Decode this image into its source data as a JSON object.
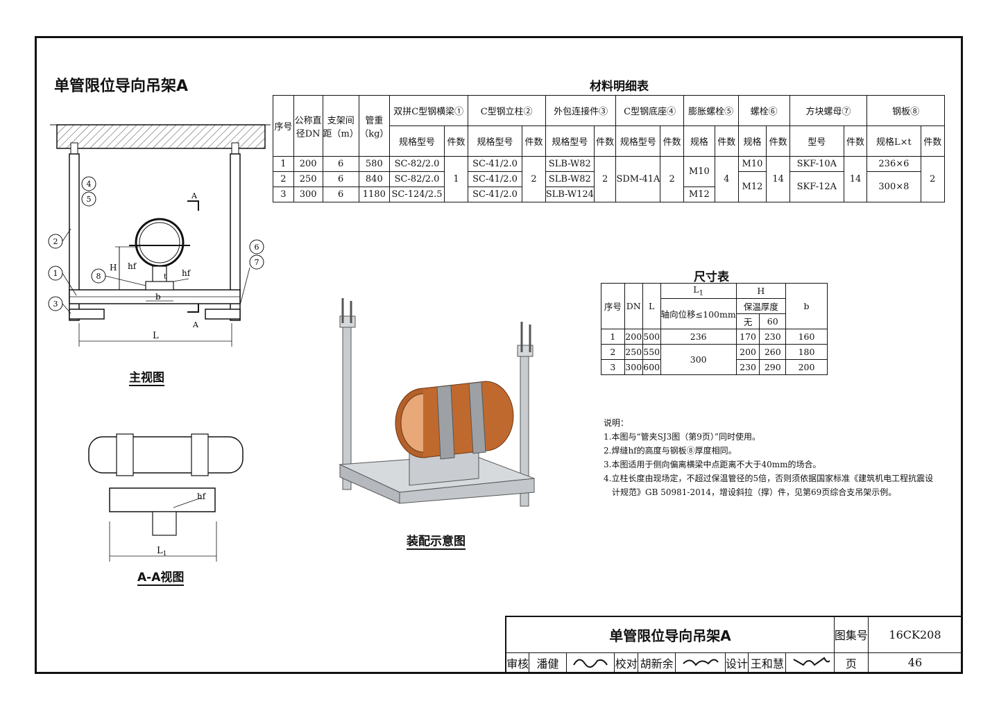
{
  "page_title": "单管限位导向吊架A",
  "views": {
    "main": "主视图",
    "section": "A-A视图",
    "assembly": "装配示意图"
  },
  "drawing_labels": {
    "callouts": [
      "1",
      "2",
      "3",
      "4",
      "5",
      "6",
      "7",
      "8"
    ],
    "section_mark": "A",
    "H": "H",
    "hf": "hf",
    "b": "b",
    "L": "L",
    "L1": "L",
    "L1_sub": "1",
    "t": "t"
  },
  "materials": {
    "title": "材料明细表",
    "h": {
      "no": "序号",
      "dn1": "公称直",
      "dn2": "径DN",
      "span1": "支架间",
      "span2": "距（m）",
      "wt1": "管重",
      "wt2": "（kg）",
      "g1": "双拼C型钢横梁①",
      "g2": "C型钢立柱②",
      "g3": "外包连接件③",
      "g4": "C型钢底座④",
      "g5": "膨胀螺栓⑤",
      "g6": "螺栓⑥",
      "g7": "方块螺母⑦",
      "g8": "钢板⑧",
      "spec": "规格型号",
      "qty": "件数",
      "size": "规格",
      "model": "型号",
      "lxt": "规格L×t"
    },
    "rows": [
      {
        "no": "1",
        "dn": "200",
        "span": "6",
        "wt": "580",
        "beam": "SC-82/2.0",
        "col": "SC-41/2.0",
        "conn": "SLB-W82"
      },
      {
        "no": "2",
        "dn": "250",
        "span": "6",
        "wt": "840",
        "beam": "SC-82/2.0",
        "col": "SC-41/2.0",
        "conn": "SLB-W82"
      },
      {
        "no": "3",
        "dn": "300",
        "span": "6",
        "wt": "1180",
        "beam": "SC-124/2.5",
        "col": "SC-41/2.0",
        "conn": "SLB-W124"
      }
    ],
    "beam_qty": "1",
    "col_qty": "2",
    "conn_qty": "2",
    "base_spec": "SDM-41A",
    "base_qty": "2",
    "anchor_m10": "M10",
    "anchor_m12": "M12",
    "anchor_qty": "4",
    "bolt_m10": "M10",
    "bolt_m12": "M12",
    "bolt_qty": "14",
    "nut_a": "SKF-10A",
    "nut_b": "SKF-12A",
    "nut_qty": "14",
    "plate_a": "236×6",
    "plate_b": "300×8",
    "plate_qty": "2"
  },
  "dimensions": {
    "title": "尺寸表",
    "h": {
      "no": "序号",
      "dn": "DN",
      "L": "L",
      "L1": "L",
      "L1_sub": "1",
      "H": "H",
      "axial": "轴向位移≤100mm",
      "insul": "保温厚度",
      "none": "无",
      "sixty": "60",
      "b": "b"
    },
    "rows": [
      {
        "no": "1",
        "dn": "200",
        "L": "500",
        "h0": "170",
        "h60": "230",
        "b": "160"
      },
      {
        "no": "2",
        "dn": "250",
        "L": "550",
        "h0": "200",
        "h60": "260",
        "b": "180"
      },
      {
        "no": "3",
        "dn": "300",
        "L": "600",
        "h0": "230",
        "h60": "290",
        "b": "200"
      }
    ],
    "L1_a": "236",
    "L1_b": "300"
  },
  "notes": {
    "title": "说明：",
    "items": [
      "1.本图与“管夹SJ3图（第9页）”同时使用。",
      "2.焊缝hf的高度与钢板⑧厚度相同。",
      "3.本图适用于侧向偏离横梁中点距离不大于40mm的场合。",
      "4.立柱长度由现场定，不超过保温管径的5倍，否则须依据国家标准《建筑机电工程抗震设",
      "  计规范》GB 50981-2014，增设斜拉（撑）件，见第69页综合支吊架示例。"
    ]
  },
  "title_block": {
    "title": "单管限位导向吊架A",
    "atlas_label": "图集号",
    "atlas_no": "16CK208",
    "review_label": "审核",
    "reviewer": "潘健",
    "review_sig": "潘健",
    "check_label": "校对",
    "checker": "胡新余",
    "check_sig": "胡新余",
    "design_label": "设计",
    "designer": "王和慧",
    "design_sig": "王和慧",
    "page_label": "页",
    "page_no": "46"
  },
  "colors": {
    "line": "#111111",
    "pipe": "#c0692e",
    "steel": "#b9bcc0"
  }
}
